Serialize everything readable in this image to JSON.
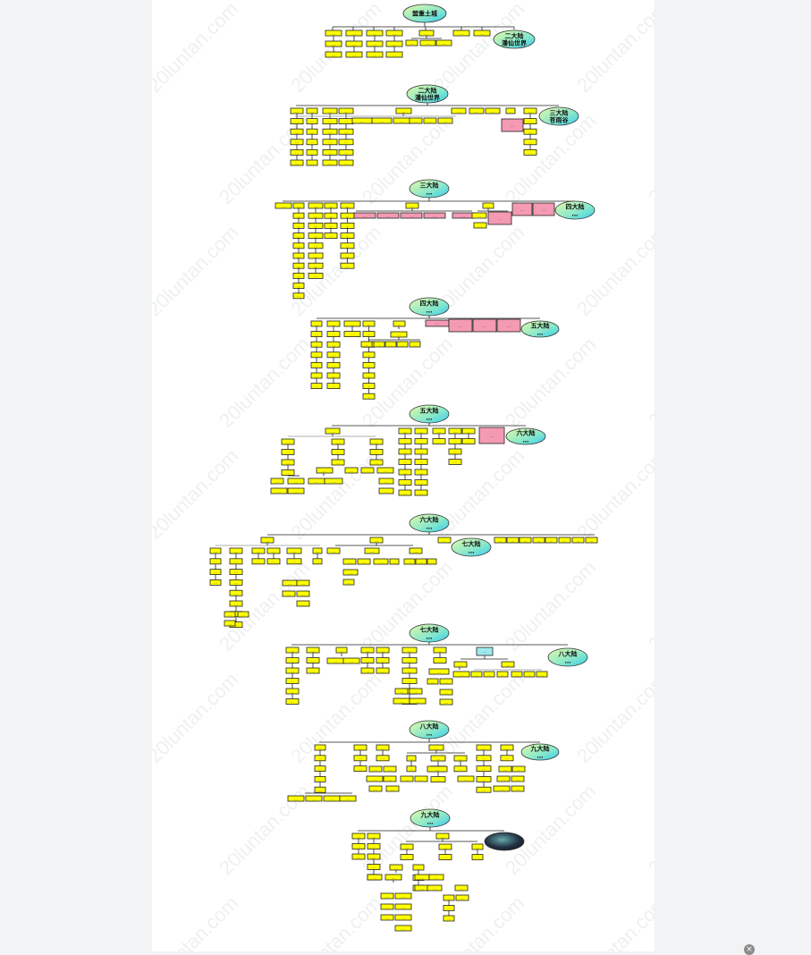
{
  "document": {
    "watermark": "20luntan.com",
    "colors": {
      "page_background": "#f2f3f5",
      "sheet": "#ffffff",
      "node_yellow": "#ffff00",
      "node_pink": "#f49ab3",
      "node_cyan": "#9ee9ee",
      "ellipse_gradient": [
        "#d8f7a8",
        "#4fd8f0"
      ]
    }
  },
  "diagram": {
    "sections": [
      {
        "id": "s0",
        "title_lines": [
          "盟重土城"
        ],
        "next_lines": [
          "二大陆",
          "潘仙世界"
        ]
      },
      {
        "id": "s1",
        "title_lines": [
          "二大陆",
          "潘仙世界"
        ],
        "next_lines": [
          "三大陆",
          "苍雨谷"
        ]
      },
      {
        "id": "s2",
        "title_lines": [
          "三大陆",
          "…"
        ],
        "next_lines": [
          "四大陆",
          "…"
        ]
      },
      {
        "id": "s3",
        "title_lines": [
          "四大陆",
          "…"
        ],
        "next_lines": [
          "五大陆",
          "…"
        ]
      },
      {
        "id": "s4",
        "title_lines": [
          "五大陆",
          "…"
        ],
        "next_lines": [
          "六大陆",
          "…"
        ]
      },
      {
        "id": "s5",
        "title_lines": [
          "六大陆",
          "…"
        ],
        "next_lines": [
          "七大陆",
          "…"
        ]
      },
      {
        "id": "s6",
        "title_lines": [
          "七大陆",
          "…"
        ],
        "next_lines": [
          "八大陆",
          "…"
        ]
      },
      {
        "id": "s7",
        "title_lines": [
          "八大陆",
          "…"
        ],
        "next_lines": [
          "九大陆",
          "…"
        ]
      },
      {
        "id": "s8",
        "title_lines": [
          "九大陆",
          "…"
        ],
        "next_lines": []
      }
    ],
    "node_label_placeholder": "…"
  },
  "controls": {
    "close_icon": "×"
  }
}
